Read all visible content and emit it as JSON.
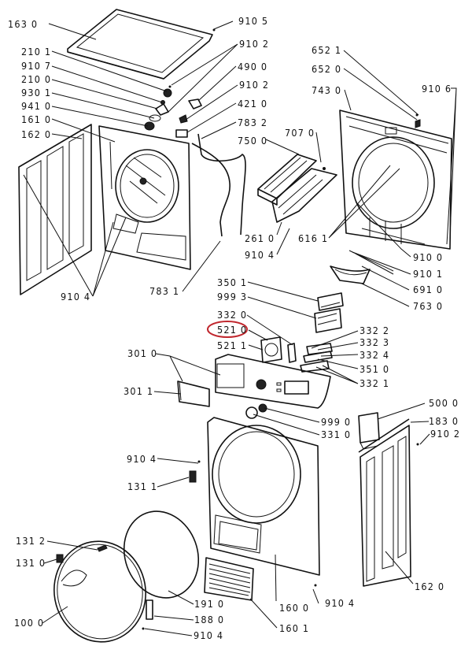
{
  "diagram": {
    "title": "Tumble dryer cabinet exploded parts diagram",
    "highlight": {
      "label": "521 0",
      "color": "#c0262d"
    },
    "line_color": "#111111",
    "background": "#ffffff",
    "labels": [
      {
        "id": "l1630",
        "text": "163 0",
        "part": "top-cover"
      },
      {
        "id": "l9105",
        "text": "910 5",
        "part": "screw"
      },
      {
        "id": "l2101",
        "text": "210 1",
        "part": "mains-filter"
      },
      {
        "id": "l9102a",
        "text": "910 2",
        "part": "screw"
      },
      {
        "id": "l9107",
        "text": "910 7",
        "part": "screw"
      },
      {
        "id": "l4900",
        "text": "490 0",
        "part": "wiring-harness"
      },
      {
        "id": "l2100",
        "text": "210 0",
        "part": "filter-bracket"
      },
      {
        "id": "l9102b",
        "text": "910 2",
        "part": "screw"
      },
      {
        "id": "l9301",
        "text": "930 1",
        "part": "gasket"
      },
      {
        "id": "l4210",
        "text": "421 0",
        "part": "sensor"
      },
      {
        "id": "l9410",
        "text": "941 0",
        "part": "grommet"
      },
      {
        "id": "l7832",
        "text": "783 2",
        "part": "hose"
      },
      {
        "id": "l1610",
        "text": "161 0",
        "part": "back-panel"
      },
      {
        "id": "l7500",
        "text": "750 0",
        "part": "water-container"
      },
      {
        "id": "l1620a",
        "text": "162 0",
        "part": "side-panel-left"
      },
      {
        "id": "l6521",
        "text": "652 1",
        "part": "screw"
      },
      {
        "id": "l6520",
        "text": "652 0",
        "part": "fastener"
      },
      {
        "id": "l7430",
        "text": "743 0",
        "part": "front-frame"
      },
      {
        "id": "l9106",
        "text": "910 6",
        "part": "screw"
      },
      {
        "id": "l7070",
        "text": "707 0",
        "part": "clip"
      },
      {
        "id": "l2610",
        "text": "261 0",
        "part": "container-housing"
      },
      {
        "id": "l9104a",
        "text": "910 4",
        "part": "screw"
      },
      {
        "id": "l6161",
        "text": "616 1",
        "part": "seal"
      },
      {
        "id": "l9100",
        "text": "910 0",
        "part": "screw"
      },
      {
        "id": "l9101",
        "text": "910 1",
        "part": "screw"
      },
      {
        "id": "l6910",
        "text": "691 0",
        "part": "strip"
      },
      {
        "id": "l7630",
        "text": "763 0",
        "part": "filter-holder"
      },
      {
        "id": "l9104b",
        "text": "910 4",
        "part": "screw"
      },
      {
        "id": "l7831",
        "text": "783 1",
        "part": "hose"
      },
      {
        "id": "l3501",
        "text": "350 1",
        "part": "display-cover"
      },
      {
        "id": "l9993",
        "text": "999 3",
        "part": "display-board"
      },
      {
        "id": "l3320",
        "text": "332 0",
        "part": "button"
      },
      {
        "id": "l5210",
        "text": "521 0",
        "part": "selector-module"
      },
      {
        "id": "l5211",
        "text": "521 1",
        "part": "selector-bracket"
      },
      {
        "id": "l3322",
        "text": "332 2",
        "part": "button"
      },
      {
        "id": "l3323",
        "text": "332 3",
        "part": "button"
      },
      {
        "id": "l3324",
        "text": "332 4",
        "part": "button"
      },
      {
        "id": "l3510",
        "text": "351 0",
        "part": "button-holder"
      },
      {
        "id": "l3321",
        "text": "332 1",
        "part": "button"
      },
      {
        "id": "l3010",
        "text": "301 0",
        "part": "dispenser"
      },
      {
        "id": "l3011",
        "text": "301 1",
        "part": "dispenser-handle"
      },
      {
        "id": "l5000",
        "text": "500 0",
        "part": "control-board"
      },
      {
        "id": "l1830",
        "text": "183 0",
        "part": "rail"
      },
      {
        "id": "l9990",
        "text": "999 0",
        "part": "knob"
      },
      {
        "id": "l3310",
        "text": "331 0",
        "part": "knob"
      },
      {
        "id": "l9102c",
        "text": "910 2",
        "part": "screw"
      },
      {
        "id": "l9104c",
        "text": "910 4",
        "part": "screw"
      },
      {
        "id": "l1311",
        "text": "131 1",
        "part": "door-latch"
      },
      {
        "id": "l1312",
        "text": "131 2",
        "part": "latch-pin"
      },
      {
        "id": "l1310",
        "text": "131 0",
        "part": "door-catch"
      },
      {
        "id": "l1000",
        "text": "100 0",
        "part": "door"
      },
      {
        "id": "l1910",
        "text": "191 0",
        "part": "door-seal"
      },
      {
        "id": "l1880",
        "text": "188 0",
        "part": "hinge"
      },
      {
        "id": "l9104d",
        "text": "910 4",
        "part": "screw"
      },
      {
        "id": "l1600",
        "text": "160 0",
        "part": "front-panel"
      },
      {
        "id": "l1601",
        "text": "160 1",
        "part": "kickplate-grille"
      },
      {
        "id": "l1620b",
        "text": "162 0",
        "part": "side-panel-right"
      },
      {
        "id": "l9104e",
        "text": "910 4",
        "part": "screw"
      }
    ]
  }
}
